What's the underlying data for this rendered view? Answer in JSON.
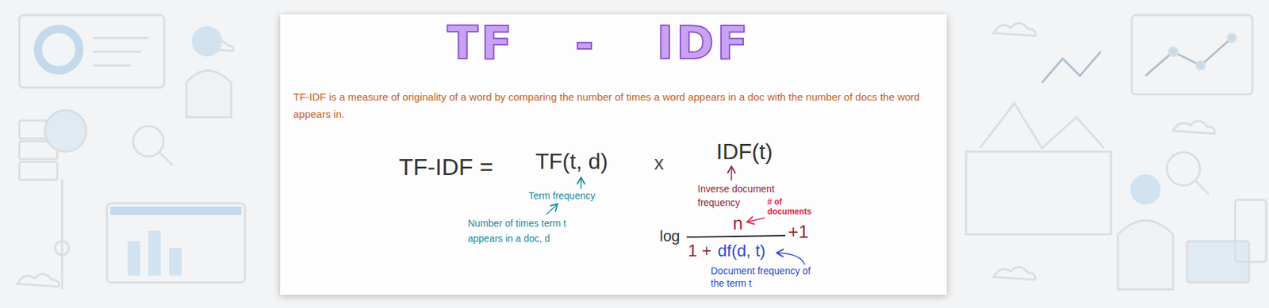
{
  "diagram": {
    "title": "TF - IDF",
    "labels": [
      "TF-IDF is a measure of originality of a word by comparing the number of times a word appears in a doc with the number of docs the word appears in.",
      "TF-IDF =",
      "TF(t, d)",
      "x",
      "IDF(t)",
      "Term frequency",
      "Number of times term t appears in a doc, d",
      "Inverse document frequency",
      "# of documents",
      "log",
      "n",
      "+1",
      "1 +",
      "df(d, t)",
      "Document frequency of the term t"
    ]
  }
}
